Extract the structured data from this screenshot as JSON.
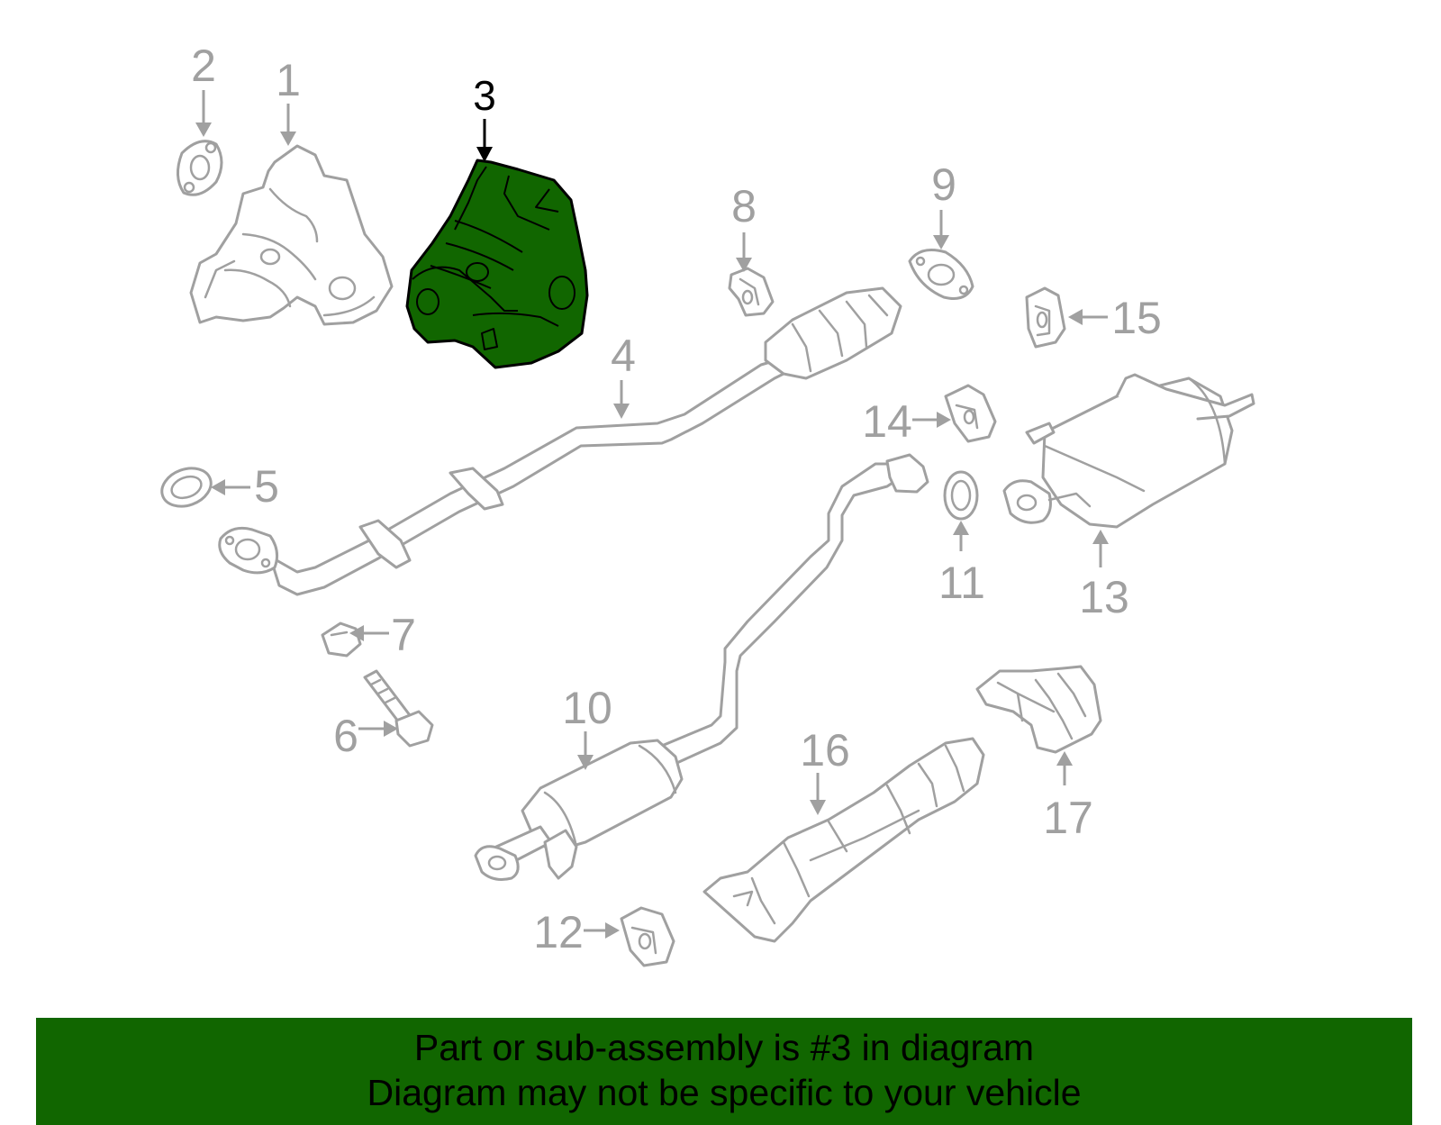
{
  "diagram": {
    "highlight_color": "#116600",
    "part_color": "#a0a0a0",
    "highlighted_part": "3",
    "callouts": [
      {
        "id": "c1",
        "label": "1"
      },
      {
        "id": "c2",
        "label": "2"
      },
      {
        "id": "c3",
        "label": "3"
      },
      {
        "id": "c4",
        "label": "4"
      },
      {
        "id": "c5",
        "label": "5"
      },
      {
        "id": "c6",
        "label": "6"
      },
      {
        "id": "c7",
        "label": "7"
      },
      {
        "id": "c8",
        "label": "8"
      },
      {
        "id": "c9",
        "label": "9"
      },
      {
        "id": "c10",
        "label": "10"
      },
      {
        "id": "c11",
        "label": "11"
      },
      {
        "id": "c12",
        "label": "12"
      },
      {
        "id": "c13",
        "label": "13"
      },
      {
        "id": "c14",
        "label": "14"
      },
      {
        "id": "c15",
        "label": "15"
      },
      {
        "id": "c16",
        "label": "16"
      },
      {
        "id": "c17",
        "label": "17"
      }
    ]
  },
  "banner": {
    "line1": "Part or sub-assembly is #3 in diagram",
    "line2": "Diagram may not be specific to your vehicle",
    "background": "#116600"
  }
}
